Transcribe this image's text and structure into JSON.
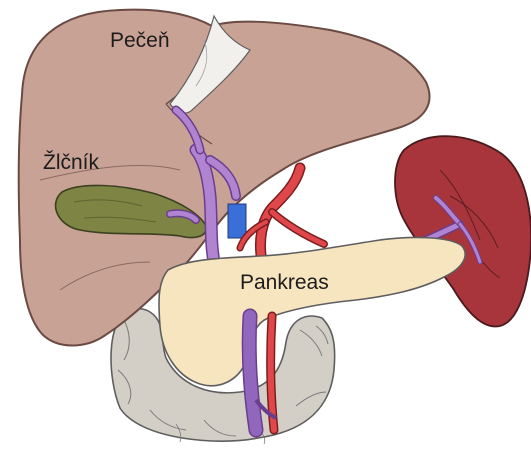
{
  "labels": {
    "liver": "Pečeň",
    "gallbladder": "Žlčník",
    "pancreas": "Pankreas"
  },
  "colors": {
    "liver": "#c9a296",
    "liver_outline": "#6a4a42",
    "gallbladder": "#7d8444",
    "spleen": "#a8353c",
    "pancreas": "#f7e5bf",
    "duodenum": "#d3cfc6",
    "vein": "#9166bd",
    "artery": "#e0474a",
    "bile_duct": "#b084d1",
    "portal": "#3a6fd8"
  }
}
